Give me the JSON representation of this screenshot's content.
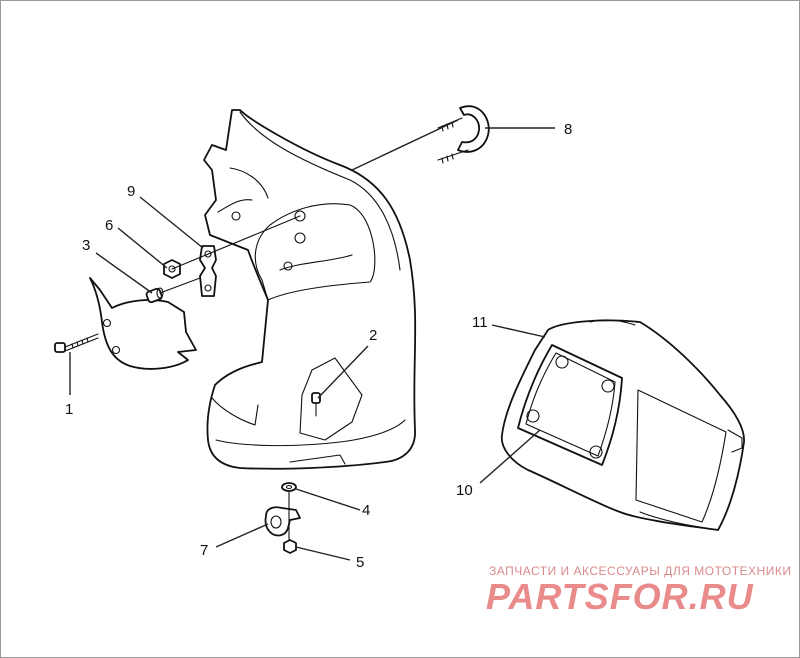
{
  "callouts": [
    {
      "num": "1"
    },
    {
      "num": "2"
    },
    {
      "num": "3"
    },
    {
      "num": "4"
    },
    {
      "num": "5"
    },
    {
      "num": "6"
    },
    {
      "num": "7"
    },
    {
      "num": "8"
    },
    {
      "num": "9"
    },
    {
      "num": "10"
    },
    {
      "num": "11"
    }
  ],
  "watermark": {
    "tagline": "ЗАПЧАСТИ И АКСЕССУАРЫ ДЛЯ МОТОТЕХНИКИ",
    "logo": "PARTSFOR.RU",
    "color": "#e98b8b"
  }
}
